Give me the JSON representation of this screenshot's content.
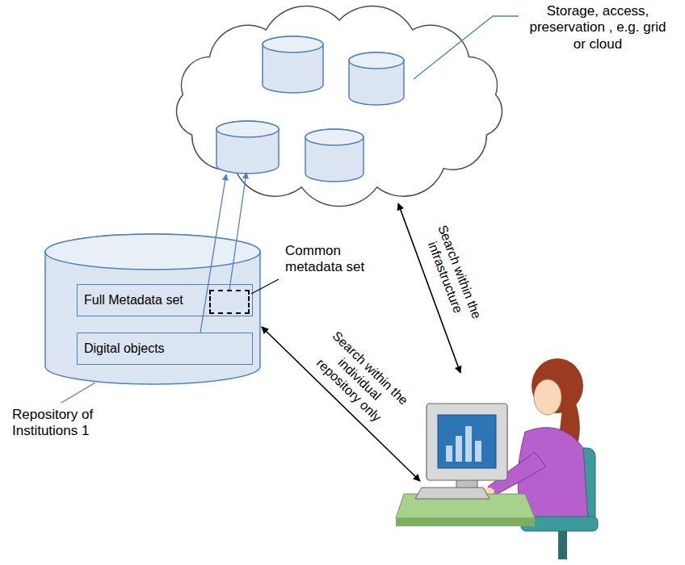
{
  "diagram": {
    "nodes": [
      {
        "text": [
          "Storage, access, preservation , e.g. grid or cloud"
        ]
      },
      {
        "text": [
          "Repository of Institutions 1"
        ]
      },
      {
        "text": [
          "Full Metadata set"
        ],
        "in": 1
      },
      {
        "text": [
          "Common metadata set"
        ],
        "in": 2
      },
      {
        "text": [
          "Digital objects"
        ],
        "in": 1
      }
    ],
    "edges": [
      {
        "from": 4,
        "to": 0,
        "arrow": "to"
      },
      {
        "from": 3,
        "to": 0,
        "arrow": "to"
      }
    ],
    "labels": [
      "Search within the infrastructure",
      "Search within the individual repository only"
    ]
  }
}
